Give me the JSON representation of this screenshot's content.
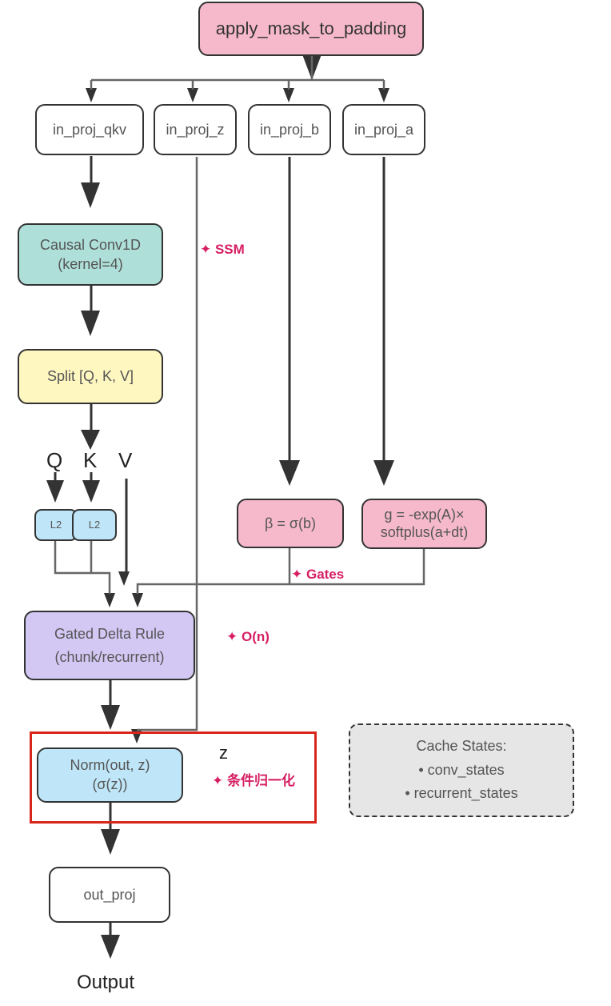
{
  "nodes": {
    "apply_mask": "apply_mask_to_padding",
    "in_proj_qkv": "in_proj_qkv",
    "in_proj_z": "in_proj_z",
    "in_proj_b": "in_proj_b",
    "in_proj_a": "in_proj_a",
    "conv1d": {
      "line1": "Causal Conv1D",
      "line2": "(kernel=4)"
    },
    "split": "Split [Q, K, V]",
    "l2_q": "L2",
    "l2_k": "L2",
    "beta": "β = σ(b)",
    "g": {
      "line1": "g = -exp(A)×",
      "line2": "softplus(a+dt)"
    },
    "gated_delta": {
      "line1": "Gated Delta Rule",
      "line2": "(chunk/recurrent)"
    },
    "norm": {
      "line1": "Norm(out, z)",
      "line2": "(σ(z))"
    },
    "out_proj": "out_proj",
    "cache": {
      "title": "Cache States:",
      "item1": "• conv_states",
      "item2": "• recurrent_states"
    }
  },
  "labels": {
    "q": "Q",
    "k": "K",
    "v": "V",
    "z": "z",
    "output": "Output"
  },
  "notes": {
    "ssm": "✦ SSM",
    "gates": "✦ Gates",
    "on": "✦ O(n)",
    "cond_norm": "✦ 条件归一化"
  },
  "colors": {
    "pink": "#f6b9cc",
    "teal": "#aee0d9",
    "yellow": "#fff7c0",
    "blue": "#bfe6f8",
    "purple": "#d3c8f4",
    "gray": "#e6e6e6",
    "note": "#d61f63",
    "frame": "#d9261c"
  }
}
